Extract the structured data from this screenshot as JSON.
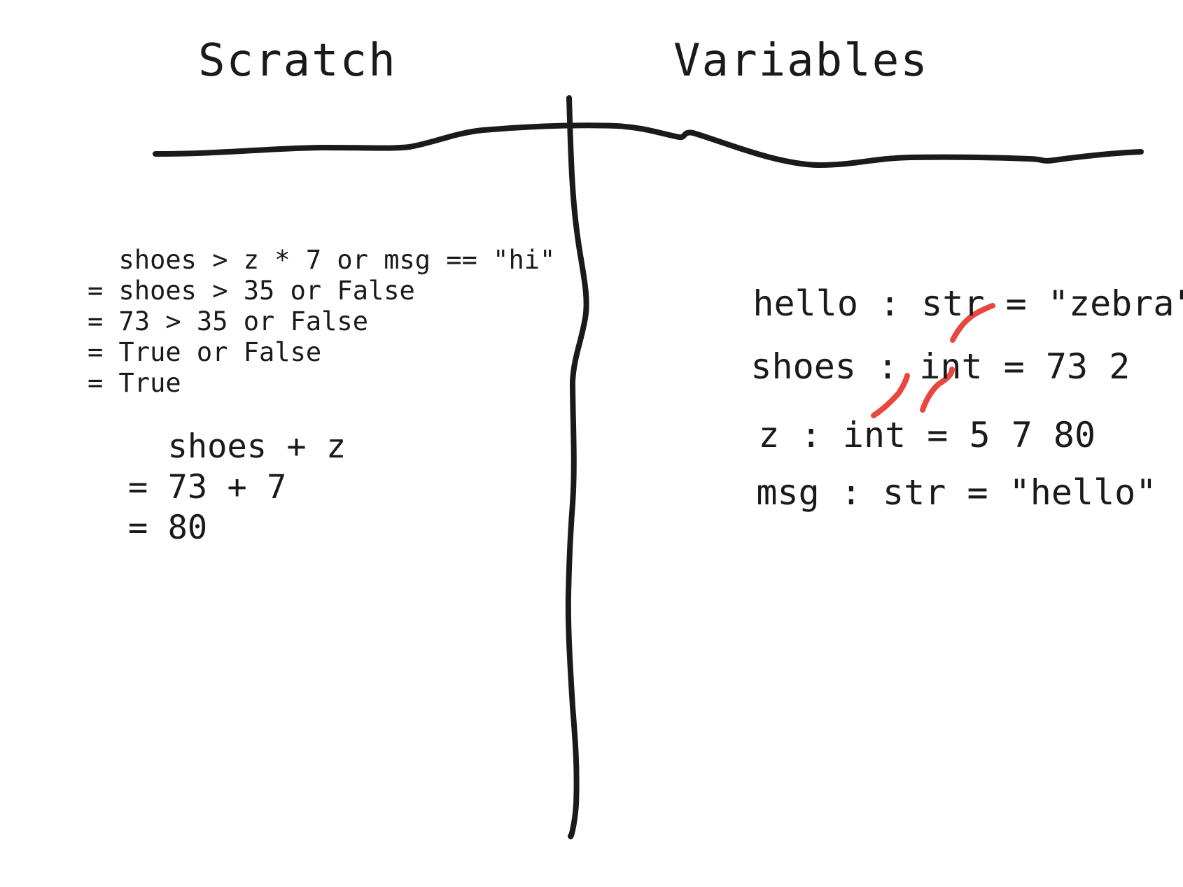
{
  "headings": {
    "scratch": "Scratch",
    "variables": "Variables"
  },
  "scratch": {
    "lines": [
      "  shoes > z * 7 or msg == \"hi\"",
      "= shoes > 35 or False",
      "= 73 > 35 or False",
      "= True or False",
      "= True"
    ],
    "addition": [
      "  shoes + z",
      "= 73 + 7",
      "= 80"
    ]
  },
  "variables": {
    "hello": {
      "name": "hello",
      "type": "str",
      "value": "\"zebra\""
    },
    "shoes": {
      "name": "shoes",
      "type": "int",
      "old_values": [
        "73"
      ],
      "value": "2"
    },
    "z": {
      "name": "z",
      "type": "int",
      "old_values": [
        "5",
        "7"
      ],
      "value": "80"
    },
    "msg": {
      "name": "msg",
      "type": "str",
      "value": "\"hello\""
    }
  },
  "colors": {
    "ink": "#1a1a1a",
    "strike": "#e8473d"
  }
}
